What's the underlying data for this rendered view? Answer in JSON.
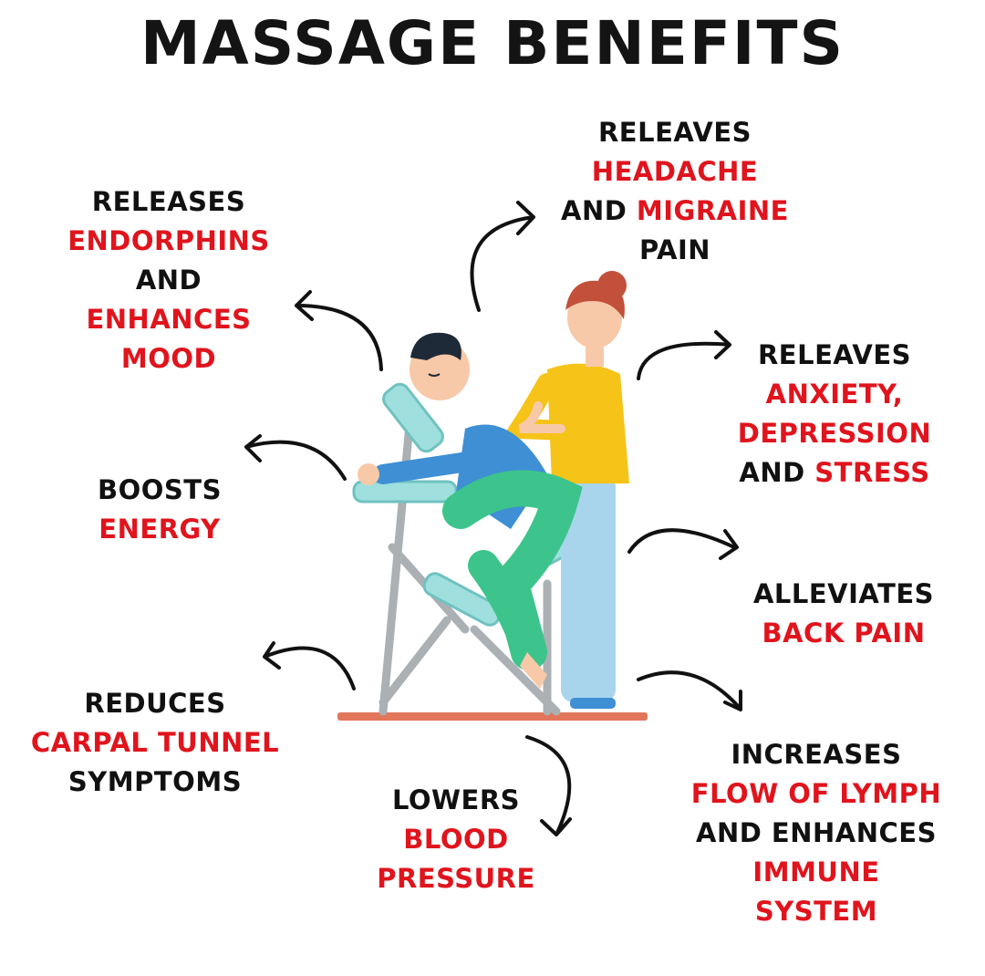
{
  "title": "MASSAGE BENEFITS",
  "colors": {
    "highlight": "#e0141d",
    "text": "#111111",
    "skin": "#f8c9a8",
    "hair_patient": "#1f2a38",
    "hair_therapist": "#c2503a",
    "shirt_patient": "#3e8fd4",
    "pants_patient": "#3cc48c",
    "shirt_therapist": "#f6c318",
    "pants_therapist": "#a9d5ec",
    "chair_pads": "#9fe0de",
    "chair_frame": "#aab0b3",
    "floor": "#e2765a"
  },
  "benefits": {
    "endorphins": {
      "lines": [
        {
          "text": "RELEASES",
          "color": "black"
        },
        {
          "text": "ENDORPHINS",
          "color": "red"
        },
        {
          "text": "AND",
          "color": "black"
        },
        {
          "text": "ENHANCES",
          "color": "red"
        },
        {
          "text": "MOOD",
          "color": "red"
        }
      ]
    },
    "headache": {
      "lines": [
        {
          "text": "RELEAVES",
          "color": "black"
        },
        {
          "text": "HEADACHE",
          "color": "red"
        },
        {
          "parts": [
            {
              "text": "AND ",
              "color": "black"
            },
            {
              "text": "MIGRAINE",
              "color": "red"
            }
          ]
        },
        {
          "text": "PAIN",
          "color": "black"
        }
      ]
    },
    "anxiety": {
      "lines": [
        {
          "text": "RELEAVES",
          "color": "black"
        },
        {
          "text": "ANXIETY,",
          "color": "red"
        },
        {
          "text": "DEPRESSION",
          "color": "red"
        },
        {
          "parts": [
            {
              "text": "AND ",
              "color": "black"
            },
            {
              "text": "STRESS",
              "color": "red"
            }
          ]
        }
      ]
    },
    "energy": {
      "lines": [
        {
          "text": "BOOSTS",
          "color": "black"
        },
        {
          "text": "ENERGY",
          "color": "red"
        }
      ]
    },
    "back_pain": {
      "lines": [
        {
          "text": "ALLEVIATES",
          "color": "black"
        },
        {
          "text": "BACK PAIN",
          "color": "red"
        }
      ]
    },
    "carpal": {
      "lines": [
        {
          "text": "REDUCES",
          "color": "black"
        },
        {
          "text": "CARPAL TUNNEL",
          "color": "red"
        },
        {
          "text": "SYMPTOMS",
          "color": "black"
        }
      ]
    },
    "blood_pressure": {
      "lines": [
        {
          "text": "LOWERS",
          "color": "black"
        },
        {
          "text": "BLOOD",
          "color": "red"
        },
        {
          "text": "PRESSURE",
          "color": "red"
        }
      ]
    },
    "lymph": {
      "lines": [
        {
          "text": "INCREASES",
          "color": "black"
        },
        {
          "text": "FLOW OF LYMPH",
          "color": "red"
        },
        {
          "text": "AND ENHANCES",
          "color": "black"
        },
        {
          "text": "IMMUNE",
          "color": "red"
        },
        {
          "text": "SYSTEM",
          "color": "red"
        }
      ]
    }
  }
}
